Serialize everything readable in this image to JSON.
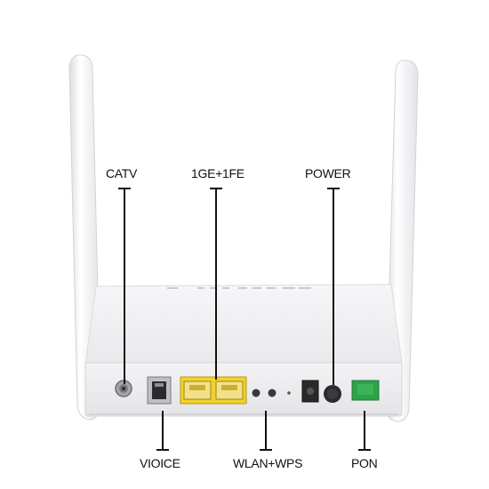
{
  "labels": {
    "catv": "CATV",
    "ports_lan": "1GE+1FE",
    "power": "POWER",
    "voice": "VIOICE",
    "wlan_wps": "WLAN+WPS",
    "pon": "PON"
  },
  "colors": {
    "lan_port": "#f2d22a",
    "pon_port": "#2fa24a",
    "callout_line": "#111111",
    "device_body": "#f1f1f3"
  }
}
